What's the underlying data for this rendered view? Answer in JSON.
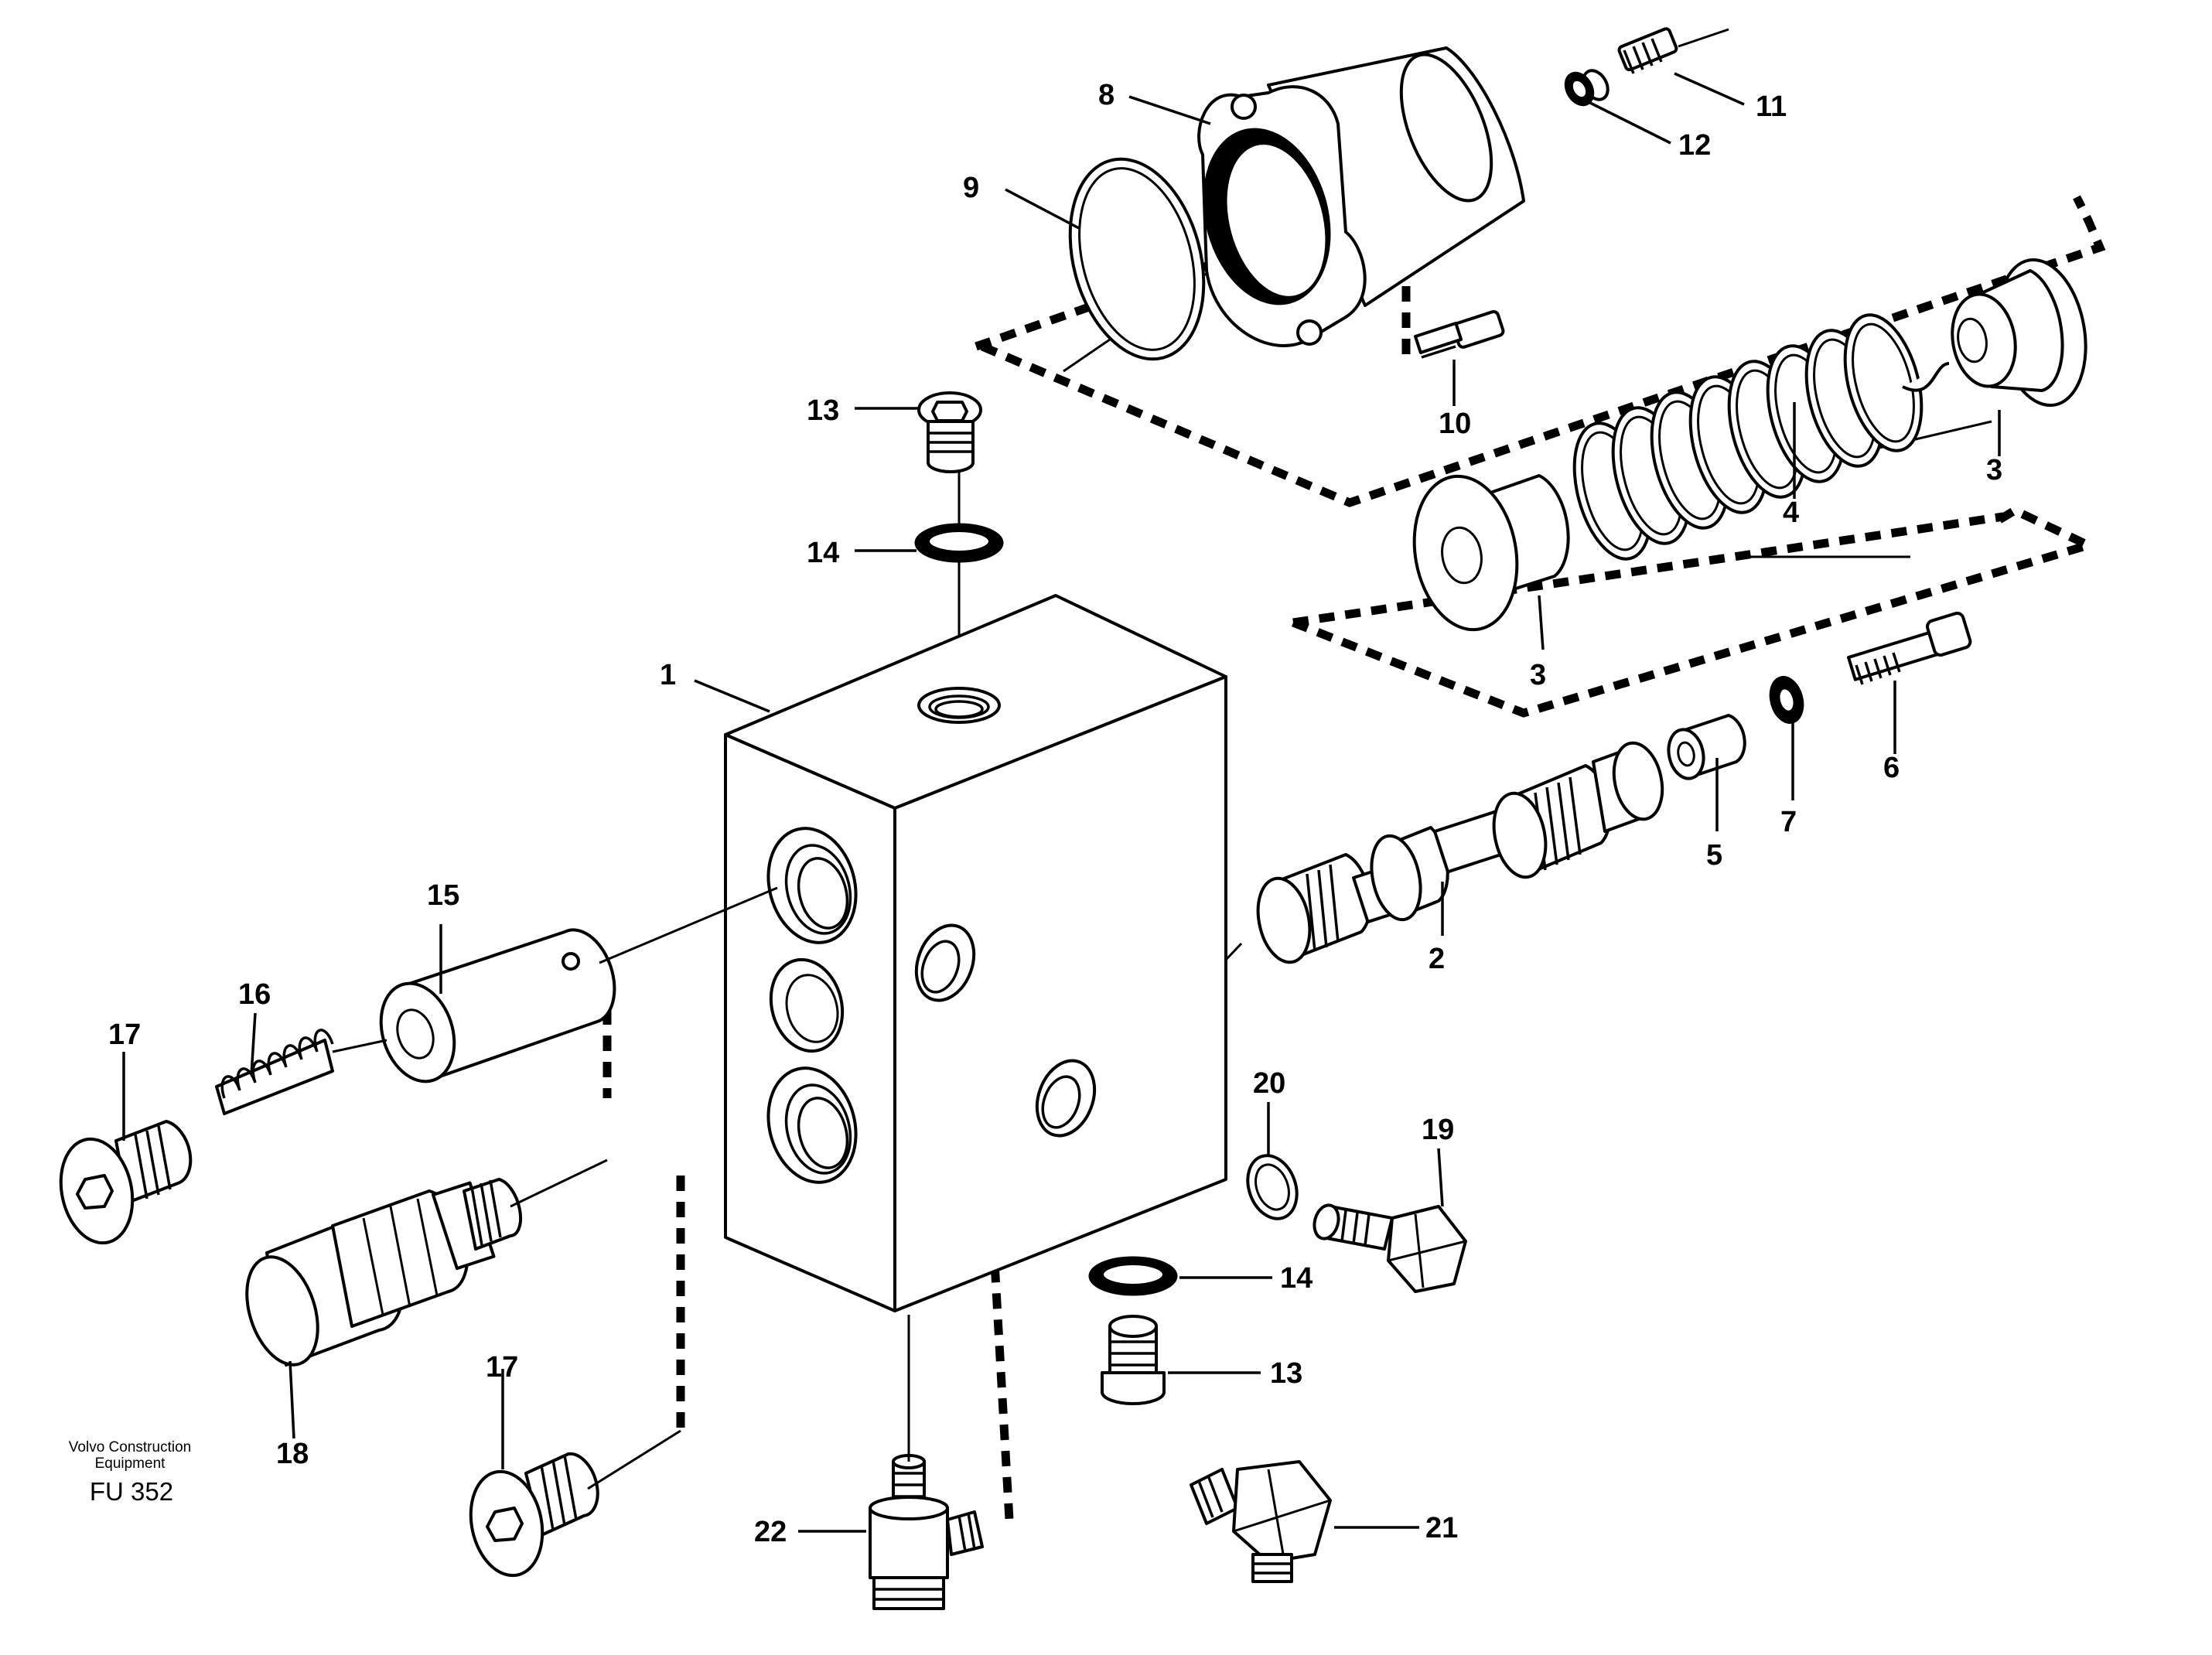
{
  "callouts": {
    "c1": "1",
    "c2": "2",
    "c3a": "3",
    "c3b": "3",
    "c4": "4",
    "c5": "5",
    "c6": "6",
    "c7": "7",
    "c8": "8",
    "c9": "9",
    "c10": "10",
    "c11": "11",
    "c12": "12",
    "c13a": "13",
    "c13b": "13",
    "c14a": "14",
    "c14b": "14",
    "c15": "15",
    "c16": "16",
    "c17a": "17",
    "c17b": "17",
    "c18": "18",
    "c19": "19",
    "c20": "20",
    "c21": "21",
    "c22": "22"
  },
  "footer": {
    "brand_line1": "Volvo Construction",
    "brand_line2": "Equipment",
    "figure_code": "FU 352"
  }
}
